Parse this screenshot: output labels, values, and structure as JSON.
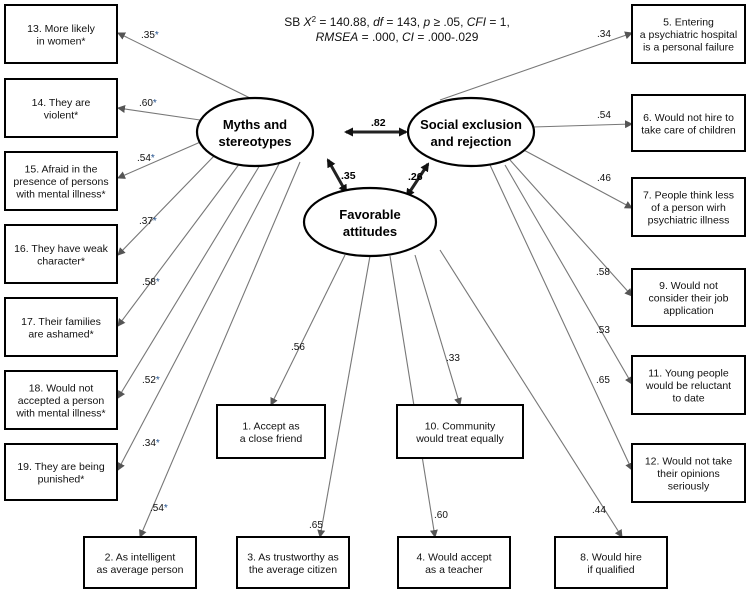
{
  "fit": {
    "line1_parts": [
      "SB ",
      "X",
      "2",
      " = 140.88, ",
      "df",
      " = 143, ",
      "p",
      " ≥ .05, ",
      "CFI",
      " = 1,"
    ],
    "line2_parts": [
      "RMSEA",
      " = .000, ",
      "CI",
      " = .000-.029"
    ]
  },
  "factors": {
    "myths": [
      "Myths and",
      "stereotypes"
    ],
    "social": [
      "Social exclusion",
      "and rejection"
    ],
    "favorable": [
      "Favorable",
      "attitudes"
    ]
  },
  "correlations": {
    "myths_social": ".82",
    "myths_favorable": ".35",
    "social_favorable": ".26"
  },
  "items": [
    {
      "id": "13",
      "factor": "myths",
      "lines": [
        "13. More likely",
        "in women*"
      ],
      "loading": ".35",
      "sig": true
    },
    {
      "id": "14",
      "factor": "myths",
      "lines": [
        "14. They are",
        "violent*"
      ],
      "loading": ".60",
      "sig": true
    },
    {
      "id": "15",
      "factor": "myths",
      "lines": [
        "15. Afraid in the",
        "presence of persons",
        "with mental illness*"
      ],
      "loading": ".54",
      "sig": true
    },
    {
      "id": "16",
      "factor": "myths",
      "lines": [
        "16. They have weak",
        "character*"
      ],
      "loading": ".37",
      "sig": true
    },
    {
      "id": "17",
      "factor": "myths",
      "lines": [
        "17. Their families",
        "are ashamed*"
      ],
      "loading": ".58",
      "sig": true
    },
    {
      "id": "18",
      "factor": "myths",
      "lines": [
        "18. Would not",
        "accepted a person",
        "with mental illness*"
      ],
      "loading": ".52",
      "sig": true
    },
    {
      "id": "19",
      "factor": "myths",
      "lines": [
        "19. They are being",
        "punished*"
      ],
      "loading": ".34",
      "sig": true
    },
    {
      "id": "2",
      "factor": "myths",
      "lines": [
        "2. As intelligent",
        "as average person"
      ],
      "loading": ".54",
      "sig": true
    },
    {
      "id": "5",
      "factor": "social",
      "lines": [
        "5. Entering",
        "a psychiatric hospital",
        "is a personal failure"
      ],
      "loading": ".34",
      "sig": false
    },
    {
      "id": "6",
      "factor": "social",
      "lines": [
        "6. Would not hire to",
        "take care of children"
      ],
      "loading": ".54",
      "sig": false
    },
    {
      "id": "7",
      "factor": "social",
      "lines": [
        "7. People think less",
        "of a person wirh",
        "psychiatric illness"
      ],
      "loading": ".46",
      "sig": false
    },
    {
      "id": "9",
      "factor": "social",
      "lines": [
        "9. Would not",
        "consider their job",
        "application"
      ],
      "loading": ".58",
      "sig": false
    },
    {
      "id": "11",
      "factor": "social",
      "lines": [
        "11. Young people",
        "would be reluctant",
        "to date"
      ],
      "loading": ".53",
      "sig": false
    },
    {
      "id": "12",
      "factor": "social",
      "lines": [
        "12. Would not take",
        "their opinions",
        "seriously"
      ],
      "loading": ".65",
      "sig": false
    },
    {
      "id": "1",
      "factor": "favorable",
      "lines": [
        "1. Accept as",
        "a close friend"
      ],
      "loading": ".56",
      "sig": false
    },
    {
      "id": "10",
      "factor": "favorable",
      "lines": [
        "10. Community",
        "would treat equally"
      ],
      "loading": ".33",
      "sig": false
    },
    {
      "id": "3",
      "factor": "favorable",
      "lines": [
        "3. As trustworthy as",
        "the average citizen"
      ],
      "loading": ".65",
      "sig": false
    },
    {
      "id": "4",
      "factor": "favorable",
      "lines": [
        "4. Would accept",
        "as a teacher"
      ],
      "loading": ".60",
      "sig": false
    },
    {
      "id": "8",
      "factor": "favorable",
      "lines": [
        "8. Would hire",
        "if qualified"
      ],
      "loading": ".44",
      "sig": false
    }
  ]
}
